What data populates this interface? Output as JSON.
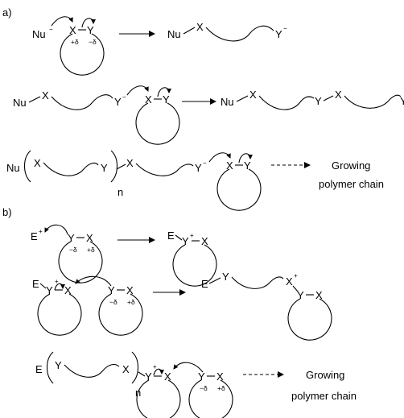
{
  "figure": {
    "part_a_label": "a)",
    "part_b_label": "b)",
    "atoms": {
      "nu": "Nu",
      "x": "X",
      "y": "Y",
      "e": "E",
      "n": "n"
    },
    "charges": {
      "minus": "−",
      "plus": "+",
      "plus_delta": "+δ",
      "minus_delta": "−δ"
    },
    "result_a": {
      "line1": "Growing",
      "line2": "polymer chain"
    },
    "result_b": {
      "line1": "Growing",
      "line2": "polymer chain"
    }
  }
}
